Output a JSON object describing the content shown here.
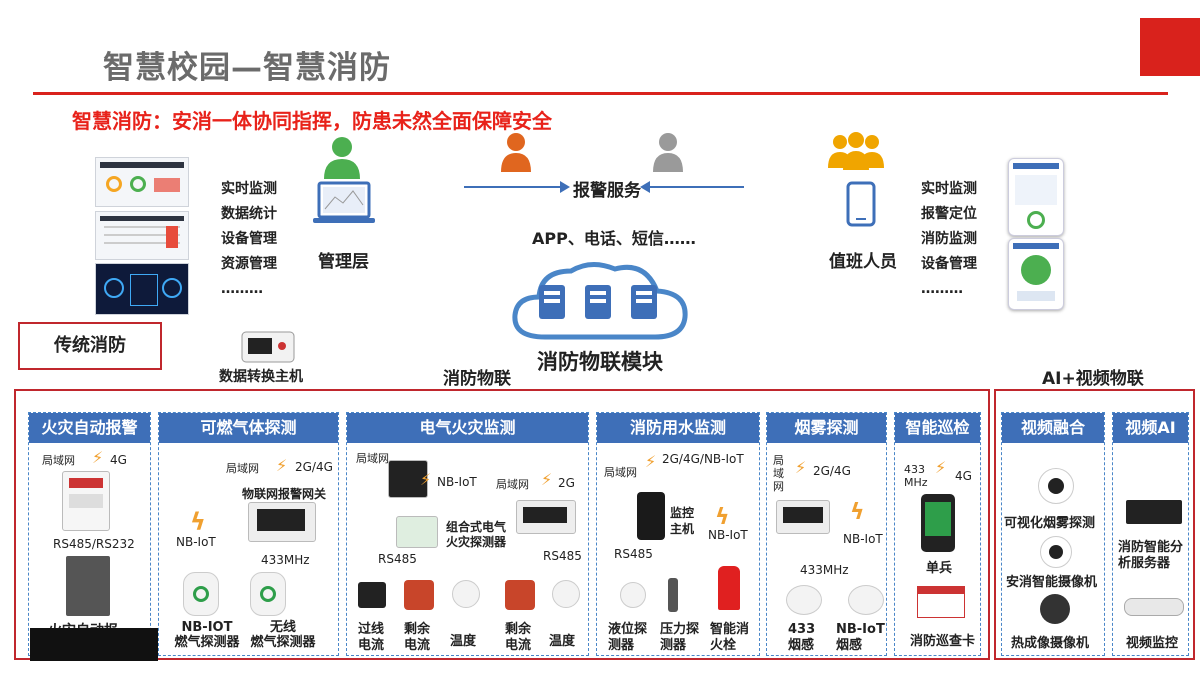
{
  "header": {
    "title": "智慧校园—智慧消防",
    "subtitle": "智慧消防：安消一体协同指挥，防患未然全面保障安全"
  },
  "colors": {
    "accent_red": "#d9221c",
    "header_blue": "#3e6fb8",
    "dashed_blue": "#4a86c8"
  },
  "top": {
    "left_functions": [
      "实时监测",
      "数据统计",
      "设备管理",
      "资源管理",
      "………"
    ],
    "management_label": "管理层",
    "alarm_service": "报警服务",
    "alarm_channels": "APP、电话、短信……",
    "duty_label": "值班人员",
    "right_functions": [
      "实时监测",
      "报警定位",
      "消防监测",
      "设备管理",
      "………"
    ],
    "cloud_label": "消防物联模块",
    "gateway_label": "数据转换主机"
  },
  "traditional_label": "传统消防",
  "iot_title": "消防物联",
  "ai_title": "AI+视频物联",
  "sections": {
    "fire_alarm": {
      "header": "火灾自动报警",
      "lan": "局域网",
      "net": "4G",
      "bus": "RS485/RS232",
      "device": "火灾自动报"
    },
    "gas": {
      "header": "可燃气体探测",
      "lan": "局域网",
      "net": "2G/4G",
      "gateway": "物联网报警网关",
      "nb": "NB-IoT",
      "freq": "433MHz",
      "dev1": "NB-IOT\n燃气探测器",
      "dev2": "无线\n燃气探测器"
    },
    "electric": {
      "header": "电气火灾监测",
      "lan1": "局域网",
      "nb": "NB-IoT",
      "lan2": "局域网",
      "net": "2G",
      "combo": "组合式电气\n火灾探测器",
      "bus1": "RS485",
      "bus2": "RS485",
      "d1": "过线\n电流",
      "d2": "剩余\n电流",
      "d3": "温度",
      "d4": "剩余\n电流",
      "d5": "温度"
    },
    "water": {
      "header": "消防用水监测",
      "lan": "局域网",
      "net": "2G/4G/NB-IoT",
      "host": "监控\n主机",
      "bus": "RS485",
      "nb": "NB-IoT",
      "d1": "液位探\n测器",
      "d2": "压力探\n测器",
      "d3": "智能消\n火栓"
    },
    "smoke": {
      "header": "烟雾探测",
      "lan": "局\n域\n网",
      "net": "2G/4G",
      "nb": "NB-IoT",
      "freq": "433MHz",
      "d1": "433\n烟感",
      "d2": "NB-IoT\n烟感"
    },
    "patrol": {
      "header": "智能巡检",
      "freq": "433\nMHz",
      "net": "4G",
      "d1": "单兵",
      "d2": "消防巡查卡"
    }
  },
  "ai": {
    "fusion": {
      "header": "视频融合",
      "d1": "可视化烟雾探测",
      "d2": "安消智能摄像机",
      "d3": "热成像摄像机"
    },
    "videoai": {
      "header": "视频AI",
      "d1": "消防智能分\n析服务器",
      "d2": "视频监控"
    }
  }
}
